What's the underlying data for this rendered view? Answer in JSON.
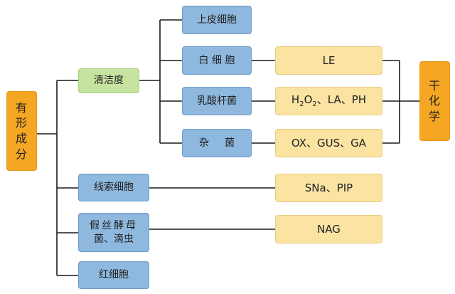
{
  "root": {
    "label": [
      "有",
      "形",
      "成",
      "分"
    ]
  },
  "level1": {
    "cleanliness": "清洁度",
    "cast_cells": "线索细胞",
    "pseudohyphae_1": "假丝酵母",
    "pseudohyphae_2": "菌、滴虫",
    "red_cells": "红细胞"
  },
  "level2": {
    "epithelial": "上皮细胞",
    "white_cells": "白 细 胞",
    "lactobacillus": "乳酸杆菌",
    "mixed": "杂菌"
  },
  "tests": {
    "le": "LE",
    "h2o2": {
      "pre": "H",
      "sub1": "2",
      "mid": "O",
      "sub2": "2",
      "post": "、LA、PH"
    },
    "ox": "OX、GUS、GA",
    "sna": "SNa、PIP",
    "nag": "NAG"
  },
  "chem": {
    "label": [
      "干",
      "化",
      "学"
    ]
  },
  "colors": {
    "orange": "#f5a623",
    "green": "#c7e3a0",
    "blue": "#8eb8de",
    "yellow": "#fbe3a2",
    "line": "#1a1a1a"
  }
}
